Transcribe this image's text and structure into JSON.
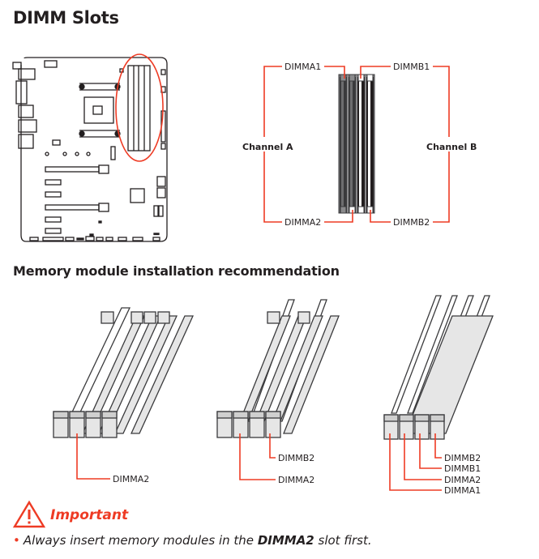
{
  "title": "DIMM Slots",
  "colors": {
    "accent": "#ee3b24",
    "text": "#231f20",
    "slot_dark": "#3a3a3c",
    "slot_gray": "#8a8a8c",
    "slot_light": "#e6e6e6"
  },
  "slot_diagram": {
    "channel_a_label": "Channel A",
    "channel_b_label": "Channel B",
    "slots": [
      {
        "id": "DIMMA1",
        "label": "DIMMA1",
        "channel": "A",
        "position": "top-left"
      },
      {
        "id": "DIMMA2",
        "label": "DIMMA2",
        "channel": "A",
        "position": "bottom-left"
      },
      {
        "id": "DIMMB1",
        "label": "DIMMB1",
        "channel": "B",
        "position": "top-right"
      },
      {
        "id": "DIMMB2",
        "label": "DIMMB2",
        "channel": "B",
        "position": "bottom-right"
      }
    ]
  },
  "recommendation": {
    "heading": "Memory module installation recommendation",
    "configs": [
      {
        "modules": 1,
        "labels": [
          "DIMMA2"
        ]
      },
      {
        "modules": 2,
        "labels": [
          "DIMMB2",
          "DIMMA2"
        ]
      },
      {
        "modules": 4,
        "labels": [
          "DIMMB2",
          "DIMMB1",
          "DIMMA2",
          "DIMMA1"
        ]
      }
    ]
  },
  "important": {
    "icon": "warning-triangle-icon",
    "title": "Important",
    "bullet": "•",
    "note_prefix": "Always insert memory modules in the ",
    "note_bold": "DIMMA2",
    "note_suffix": " slot first."
  }
}
